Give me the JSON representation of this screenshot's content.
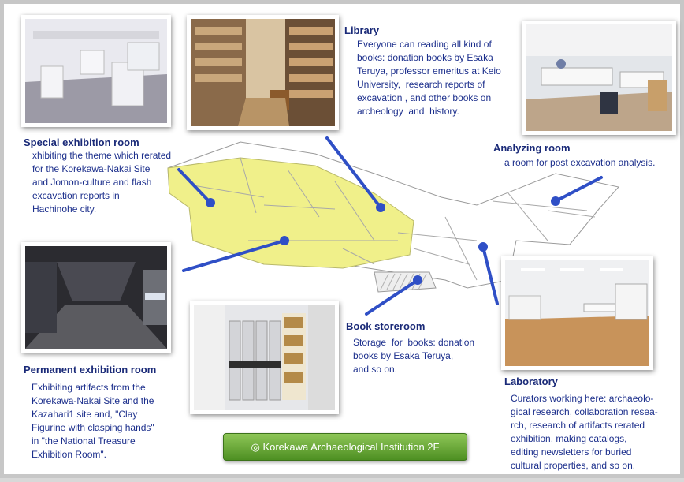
{
  "banner": {
    "text": "◎ Korekawa Archaeological Institution  2F"
  },
  "rooms": {
    "special": {
      "title": "Special exhibition room",
      "desc": "xhibiting the theme which rerated\nfor the Korekawa-Nakai Site\nand Jomon-culture and flash\nexcavation reports in\nHachinohe city."
    },
    "library": {
      "title": "Library",
      "desc": "Everyone can reading all kind of\nbooks: donation books by Esaka\nTeruya, professor emeritus at Keio\nUniversity,  research reports of\nexcavation , and other books on\narcheology  and  history."
    },
    "analyzing": {
      "title": "Analyzing room",
      "desc": "a room for post excavation analysis."
    },
    "permanent": {
      "title": "Permanent exhibition room",
      "desc": "Exhibiting artifacts from the\nKorekawa-Nakai Site and the\nKazahari1 site and, \"Clay\nFigurine with clasping hands\"\nin \"the National Treasure\nExhibition Room\"."
    },
    "bookstore": {
      "title": "Book storeroom",
      "desc": "Storage  for  books: donation\nbooks by Esaka Teruya,\nand so on."
    },
    "laboratory": {
      "title": "Laboratory",
      "desc": "Curators working here: archaeolo-\ngical research, collaboration resea-\nrch, research of artifacts rerated\nexhibition, making catalogs,\nediting newsletters for buried\ncultural properties, and so on."
    }
  },
  "colors": {
    "highlight": "#f0f08a",
    "pointer": "#2f4fc6",
    "text": "#1c2f8c",
    "banner": "#5fa22e"
  }
}
